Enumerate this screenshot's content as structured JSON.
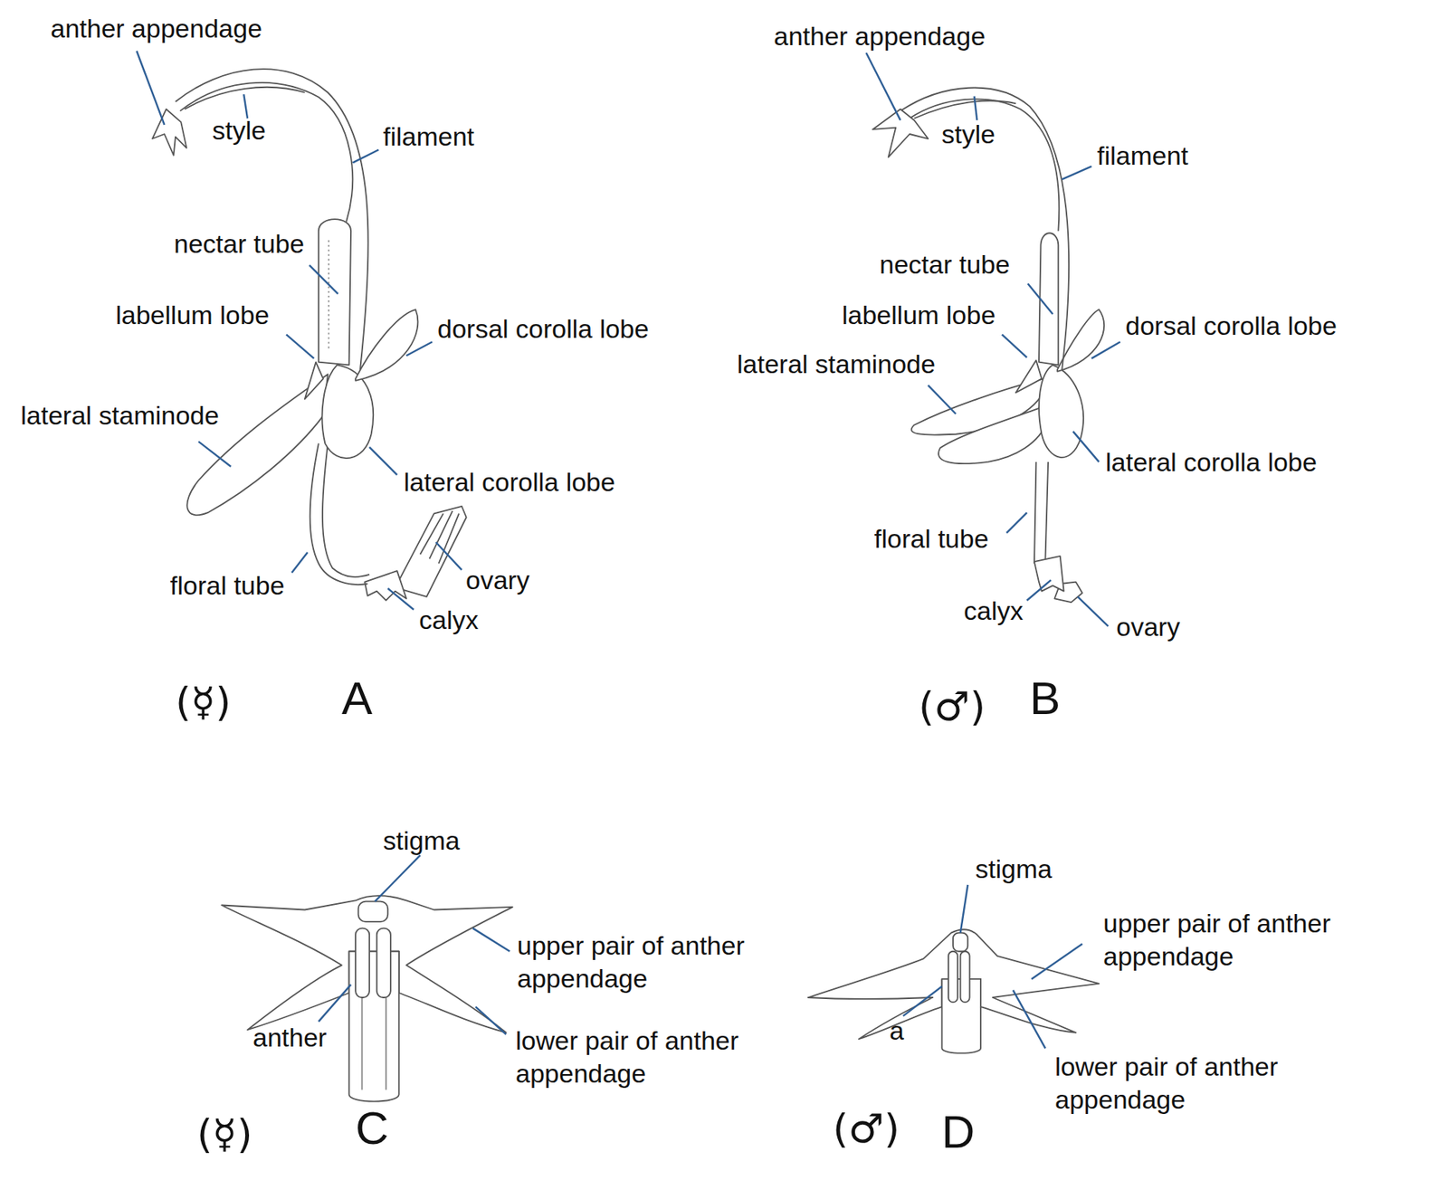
{
  "diagram": {
    "labels": [
      "anther appendage",
      "style",
      "filament",
      "nectar tube",
      "labellum lobe",
      "dorsal corolla lobe",
      "lateral staminode",
      "lateral corolla lobe",
      "floral tube",
      "ovary",
      "calyx",
      "(☿)",
      "A",
      "anther appendage",
      "style",
      "filament",
      "nectar tube",
      "labellum lobe",
      "dorsal corolla lobe",
      "lateral staminode",
      "lateral corolla lobe",
      "floral tube",
      "calyx",
      "ovary",
      "(♂)",
      "B",
      "stigma",
      "upper pair of anther appendage",
      "anther",
      "lower pair of anther appendage",
      "(☿)",
      "C",
      "stigma",
      "upper pair of anther appendage",
      "a",
      "lower pair of anther appendage",
      "(♂)",
      "D"
    ]
  }
}
